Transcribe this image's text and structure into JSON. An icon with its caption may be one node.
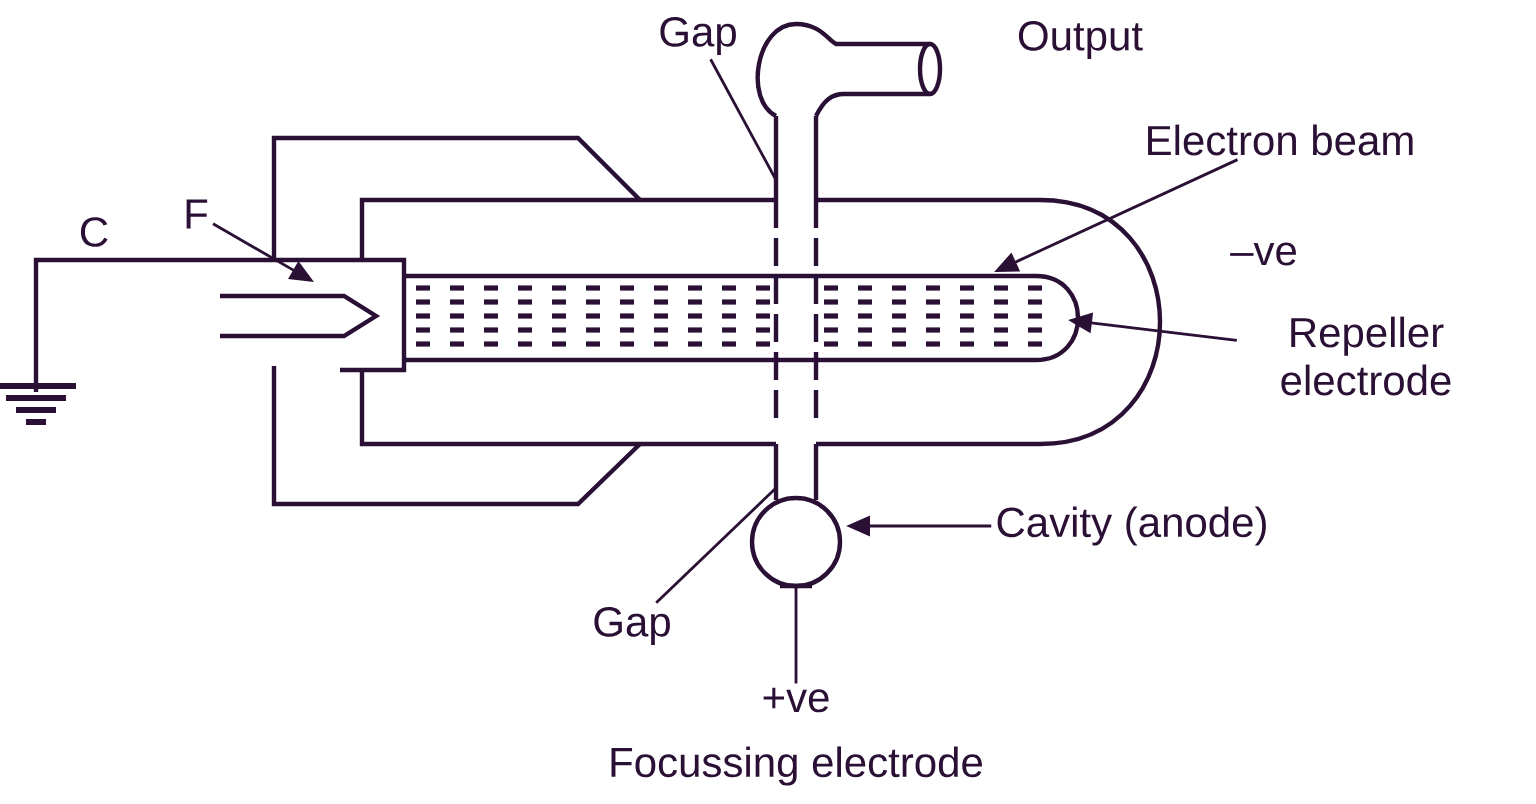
{
  "diagram": {
    "nodes": [
      {
        "text": [
          "Gap"
        ]
      },
      {
        "text": [
          "F"
        ]
      },
      {
        "text": [
          "Electron beam"
        ]
      },
      {
        "text": [
          "Repeller electrode"
        ]
      },
      {
        "text": [
          "Cavity (anode)"
        ]
      },
      {
        "text": [
          "Gap"
        ]
      },
      {
        "text": [
          "+ve"
        ]
      }
    ],
    "edges": [
      {
        "from": 0,
        "to": null,
        "arrow": "none"
      },
      {
        "from": 1,
        "to": null,
        "arrow": "to"
      },
      {
        "from": 2,
        "to": null,
        "arrow": "to"
      },
      {
        "from": 3,
        "to": null,
        "arrow": "to"
      },
      {
        "from": 4,
        "to": null,
        "arrow": "to"
      },
      {
        "from": 5,
        "to": null,
        "arrow": "none"
      },
      {
        "from": 6,
        "to": null,
        "arrow": "none"
      }
    ],
    "labels": [
      "Output",
      "C",
      "–ve",
      "Focussing electrode"
    ]
  }
}
